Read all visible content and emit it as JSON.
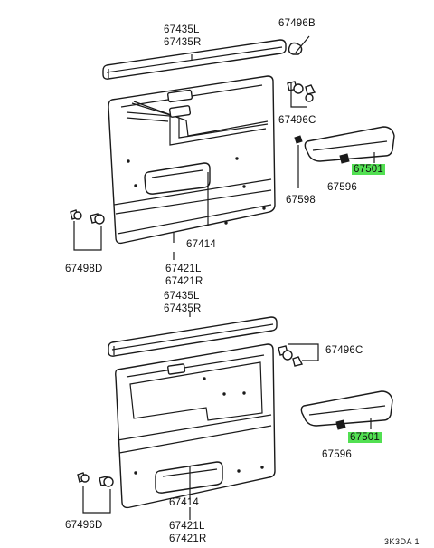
{
  "diagram": {
    "upper": {
      "moulding_labels": [
        "67435L",
        "67435R"
      ],
      "clip_top": "67496B",
      "clip_side": "67496C",
      "armrest": "67501",
      "armrest_screw": "67596",
      "cap": "67598",
      "panel": "67414",
      "clip_left": "67498D",
      "board_labels": [
        "67421L",
        "67421R"
      ]
    },
    "lower": {
      "moulding_labels": [
        "67435L",
        "67435R"
      ],
      "clip_side": "67496C",
      "armrest": "67501",
      "armrest_screw": "67596",
      "clip_left": "67496D",
      "panel": "67414",
      "board_labels": [
        "67421L",
        "67421R"
      ]
    },
    "diagram_code": "3K3DA 1",
    "highlight_color": "#52e052"
  }
}
